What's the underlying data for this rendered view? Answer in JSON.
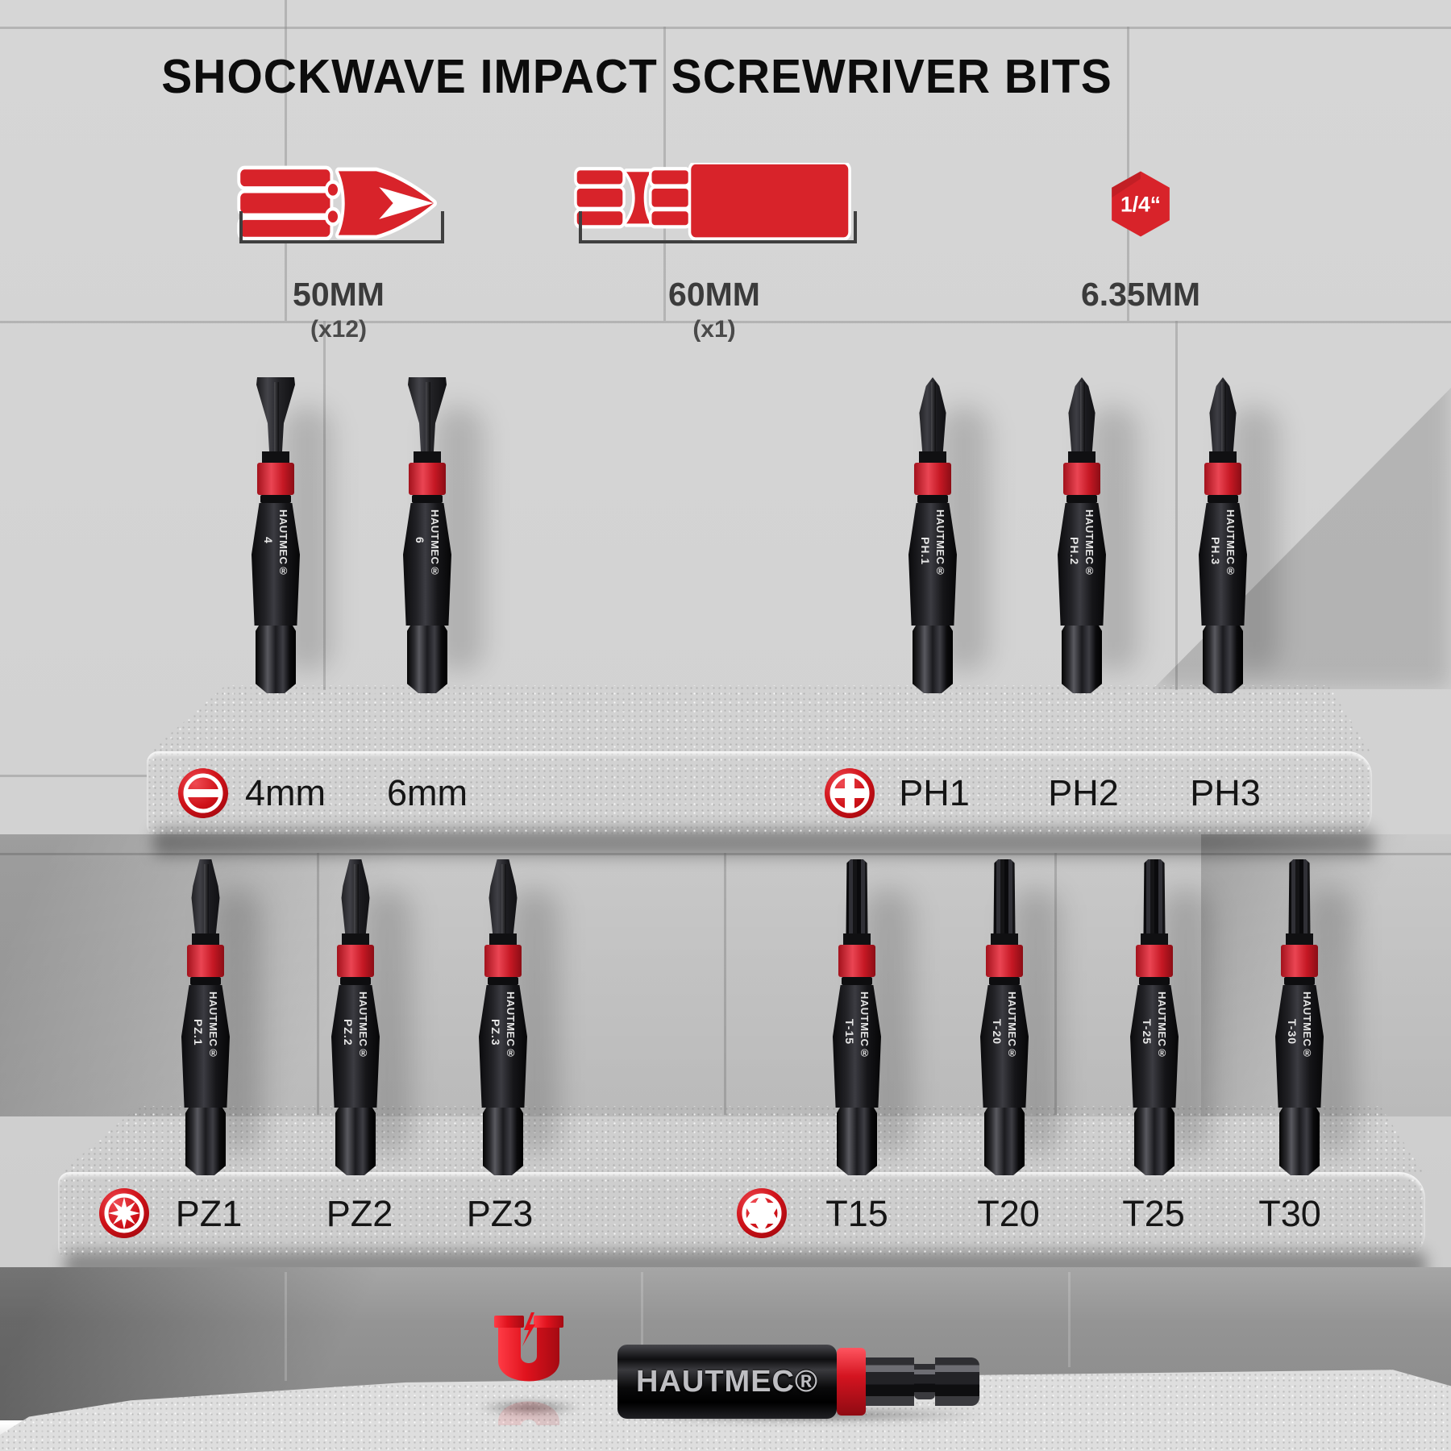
{
  "title": "SHOCKWAVE IMPACT SCREWRIVER BITS",
  "brand": "HAUTMEC®",
  "specs": {
    "bit50": {
      "icon": "phillips-bit-icon",
      "length": "50MM",
      "count": "(x12)"
    },
    "holder60": {
      "icon": "bit-holder-icon",
      "length": "60MM",
      "count": "(x1)"
    },
    "hex": {
      "icon": "hex-shank-icon",
      "size_label": "1/4“",
      "length": "6.35MM"
    }
  },
  "shelf1": {
    "slotted": {
      "icon": "slotted-drive-icon",
      "labels": [
        "4mm",
        "6mm"
      ],
      "bits": [
        {
          "code": "4"
        },
        {
          "code": "6"
        }
      ]
    },
    "phillips": {
      "icon": "phillips-drive-icon",
      "labels": [
        "PH1",
        "PH2",
        "PH3"
      ],
      "bits": [
        {
          "code": "PH.1"
        },
        {
          "code": "PH.2"
        },
        {
          "code": "PH.3"
        }
      ]
    }
  },
  "shelf2": {
    "pozidriv": {
      "icon": "pozidriv-drive-icon",
      "labels": [
        "PZ1",
        "PZ2",
        "PZ3"
      ],
      "bits": [
        {
          "code": "PZ.1"
        },
        {
          "code": "PZ.2"
        },
        {
          "code": "PZ.3"
        }
      ]
    },
    "torx": {
      "icon": "torx-drive-icon",
      "labels": [
        "T15",
        "T20",
        "T25",
        "T30"
      ],
      "bits": [
        {
          "code": "T-15"
        },
        {
          "code": "T-20"
        },
        {
          "code": "T-25"
        },
        {
          "code": "T-30"
        }
      ]
    }
  },
  "holder": {
    "brand": "HAUTMEC®"
  },
  "colors": {
    "accent_red": "#d8232a",
    "band_red": "#d22b36",
    "label_dark": "#3b3b3b"
  }
}
